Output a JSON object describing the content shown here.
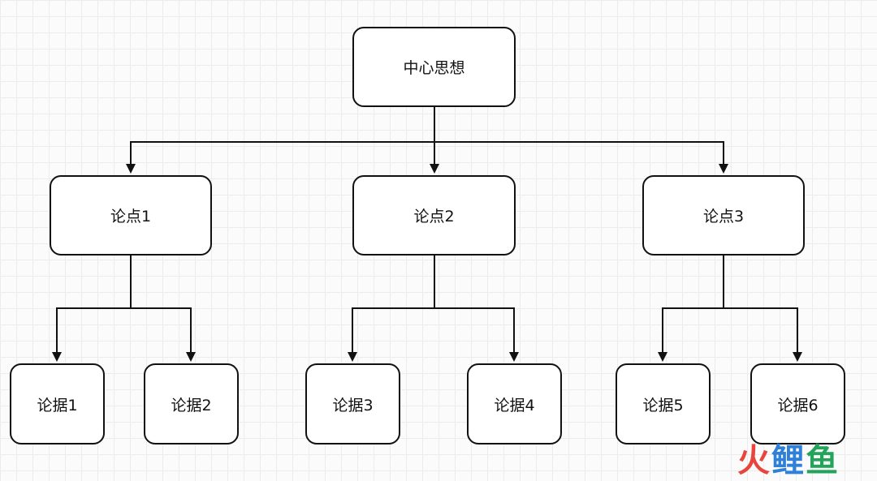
{
  "diagram": {
    "root": {
      "label": "中心思想"
    },
    "points": [
      {
        "label": "论点1"
      },
      {
        "label": "论点2"
      },
      {
        "label": "论点3"
      }
    ],
    "evidence": [
      {
        "label": "论据1"
      },
      {
        "label": "论据2"
      },
      {
        "label": "论据3"
      },
      {
        "label": "论据4"
      },
      {
        "label": "论据5"
      },
      {
        "label": "论据6"
      }
    ]
  },
  "watermark": {
    "chars": [
      "火",
      "鲤",
      "鱼"
    ],
    "colors": [
      "#e8453c",
      "#2f80d8",
      "#24a35a"
    ]
  },
  "colors": {
    "stroke": "#111111",
    "node_fill": "#ffffff",
    "grid": "#ececec"
  }
}
